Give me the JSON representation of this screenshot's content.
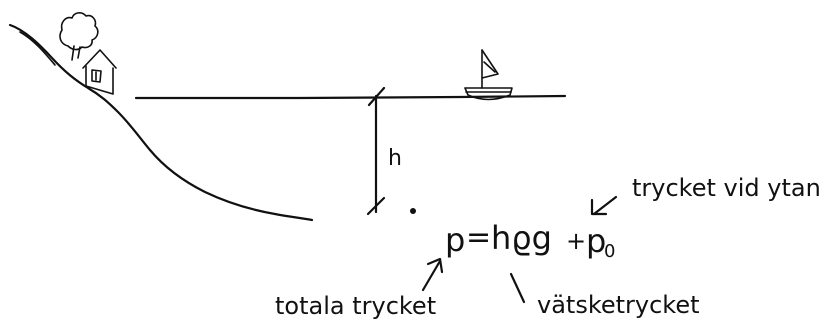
{
  "labels": {
    "depth": "h",
    "formula_p": "p",
    "formula_equals": "=",
    "formula_hqg": "hϱg",
    "formula_plus": "+",
    "formula_p0": "p",
    "formula_p0_sub": "0",
    "surface_pressure": "trycket vid ytan",
    "total_pressure": "totala trycket",
    "liquid_pressure": "vätsketrycket"
  },
  "icons": {
    "tree": "tree-icon",
    "house": "house-icon",
    "sailboat": "sailboat-icon"
  },
  "colors": {
    "ink": "#111111",
    "background": "#ffffff"
  }
}
